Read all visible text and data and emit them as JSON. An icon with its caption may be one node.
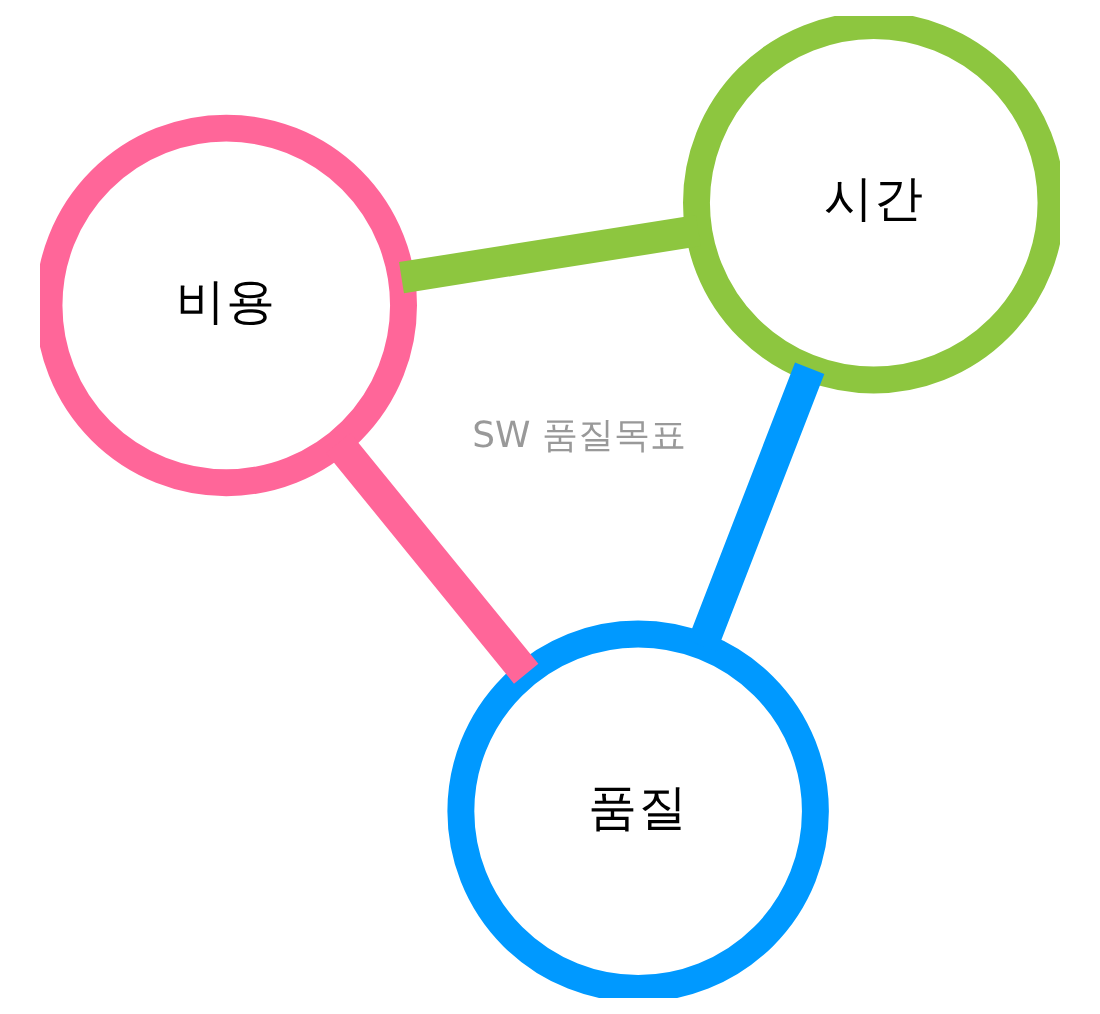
{
  "diagram": {
    "nodes": [
      {
        "text": [
          "비용"
        ]
      },
      {
        "text": [
          "시간"
        ]
      },
      {
        "text": [
          "품질"
        ]
      }
    ],
    "edges": [
      {
        "from": 0,
        "to": 1,
        "arrow": "none",
        "color": "#8dc63f"
      },
      {
        "from": 0,
        "to": 2,
        "arrow": "none",
        "color": "#ff6699"
      },
      {
        "from": 1,
        "to": 2,
        "arrow": "none",
        "color": "#0099ff"
      }
    ],
    "labels": [
      "SW 품질목표"
    ]
  }
}
